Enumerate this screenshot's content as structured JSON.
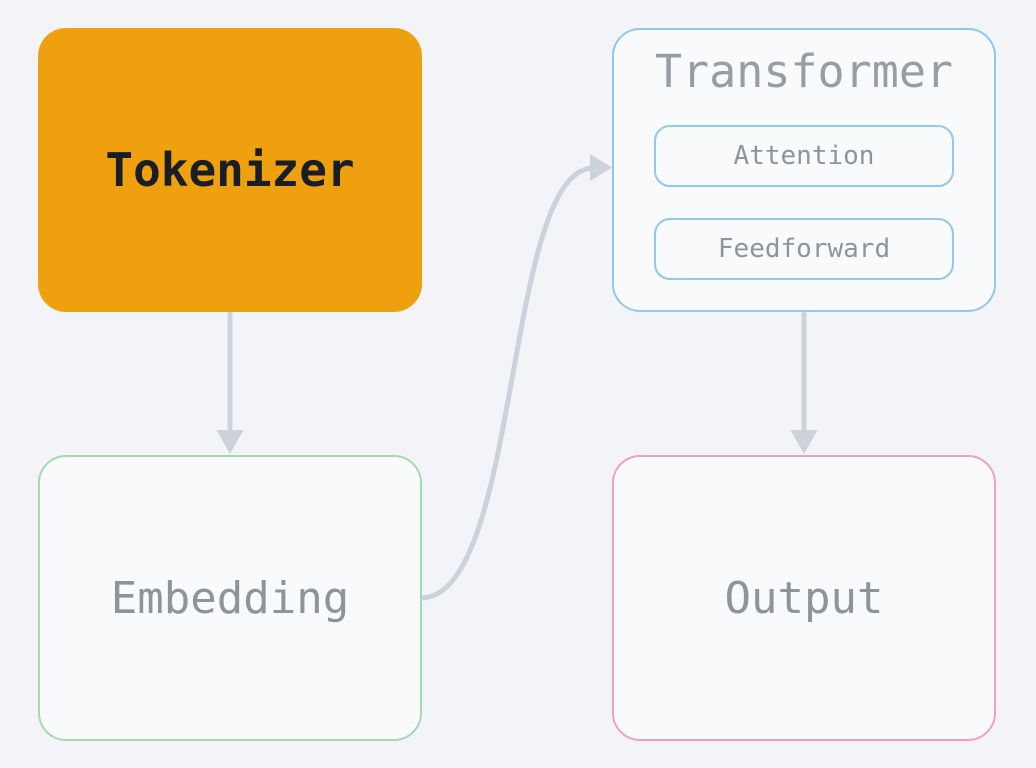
{
  "diagram": {
    "nodes": {
      "tokenizer": {
        "label": "Tokenizer"
      },
      "transformer": {
        "title": "Transformer",
        "children": [
          {
            "label": "Attention"
          },
          {
            "label": "Feedforward"
          }
        ]
      },
      "embedding": {
        "label": "Embedding"
      },
      "output": {
        "label": "Output"
      }
    },
    "edges": [
      {
        "from": "tokenizer",
        "to": "embedding"
      },
      {
        "from": "embedding",
        "to": "transformer"
      },
      {
        "from": "transformer",
        "to": "output"
      }
    ]
  },
  "colors": {
    "page_bg": "#f2f4f8",
    "node_fill": "#f9fafc",
    "tokenizer_fill": "#efa00f",
    "tokenizer_text": "#191d26",
    "label_text": "#8e949c",
    "title_text": "#979da5",
    "transformer_border": "#92c7ed",
    "embedding_border": "#a6d8b2",
    "output_border": "#f19fc2",
    "arrow": "#ccd2dc"
  }
}
